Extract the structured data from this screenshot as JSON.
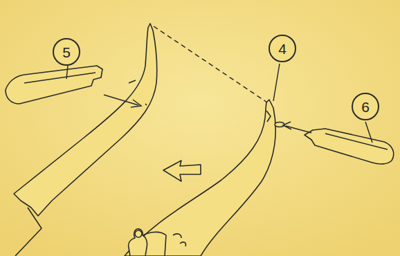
{
  "diagram": {
    "nodes": [
      {
        "text": [
          "5"
        ]
      },
      {
        "text": [
          "4"
        ]
      },
      {
        "text": [
          "6"
        ]
      }
    ]
  }
}
